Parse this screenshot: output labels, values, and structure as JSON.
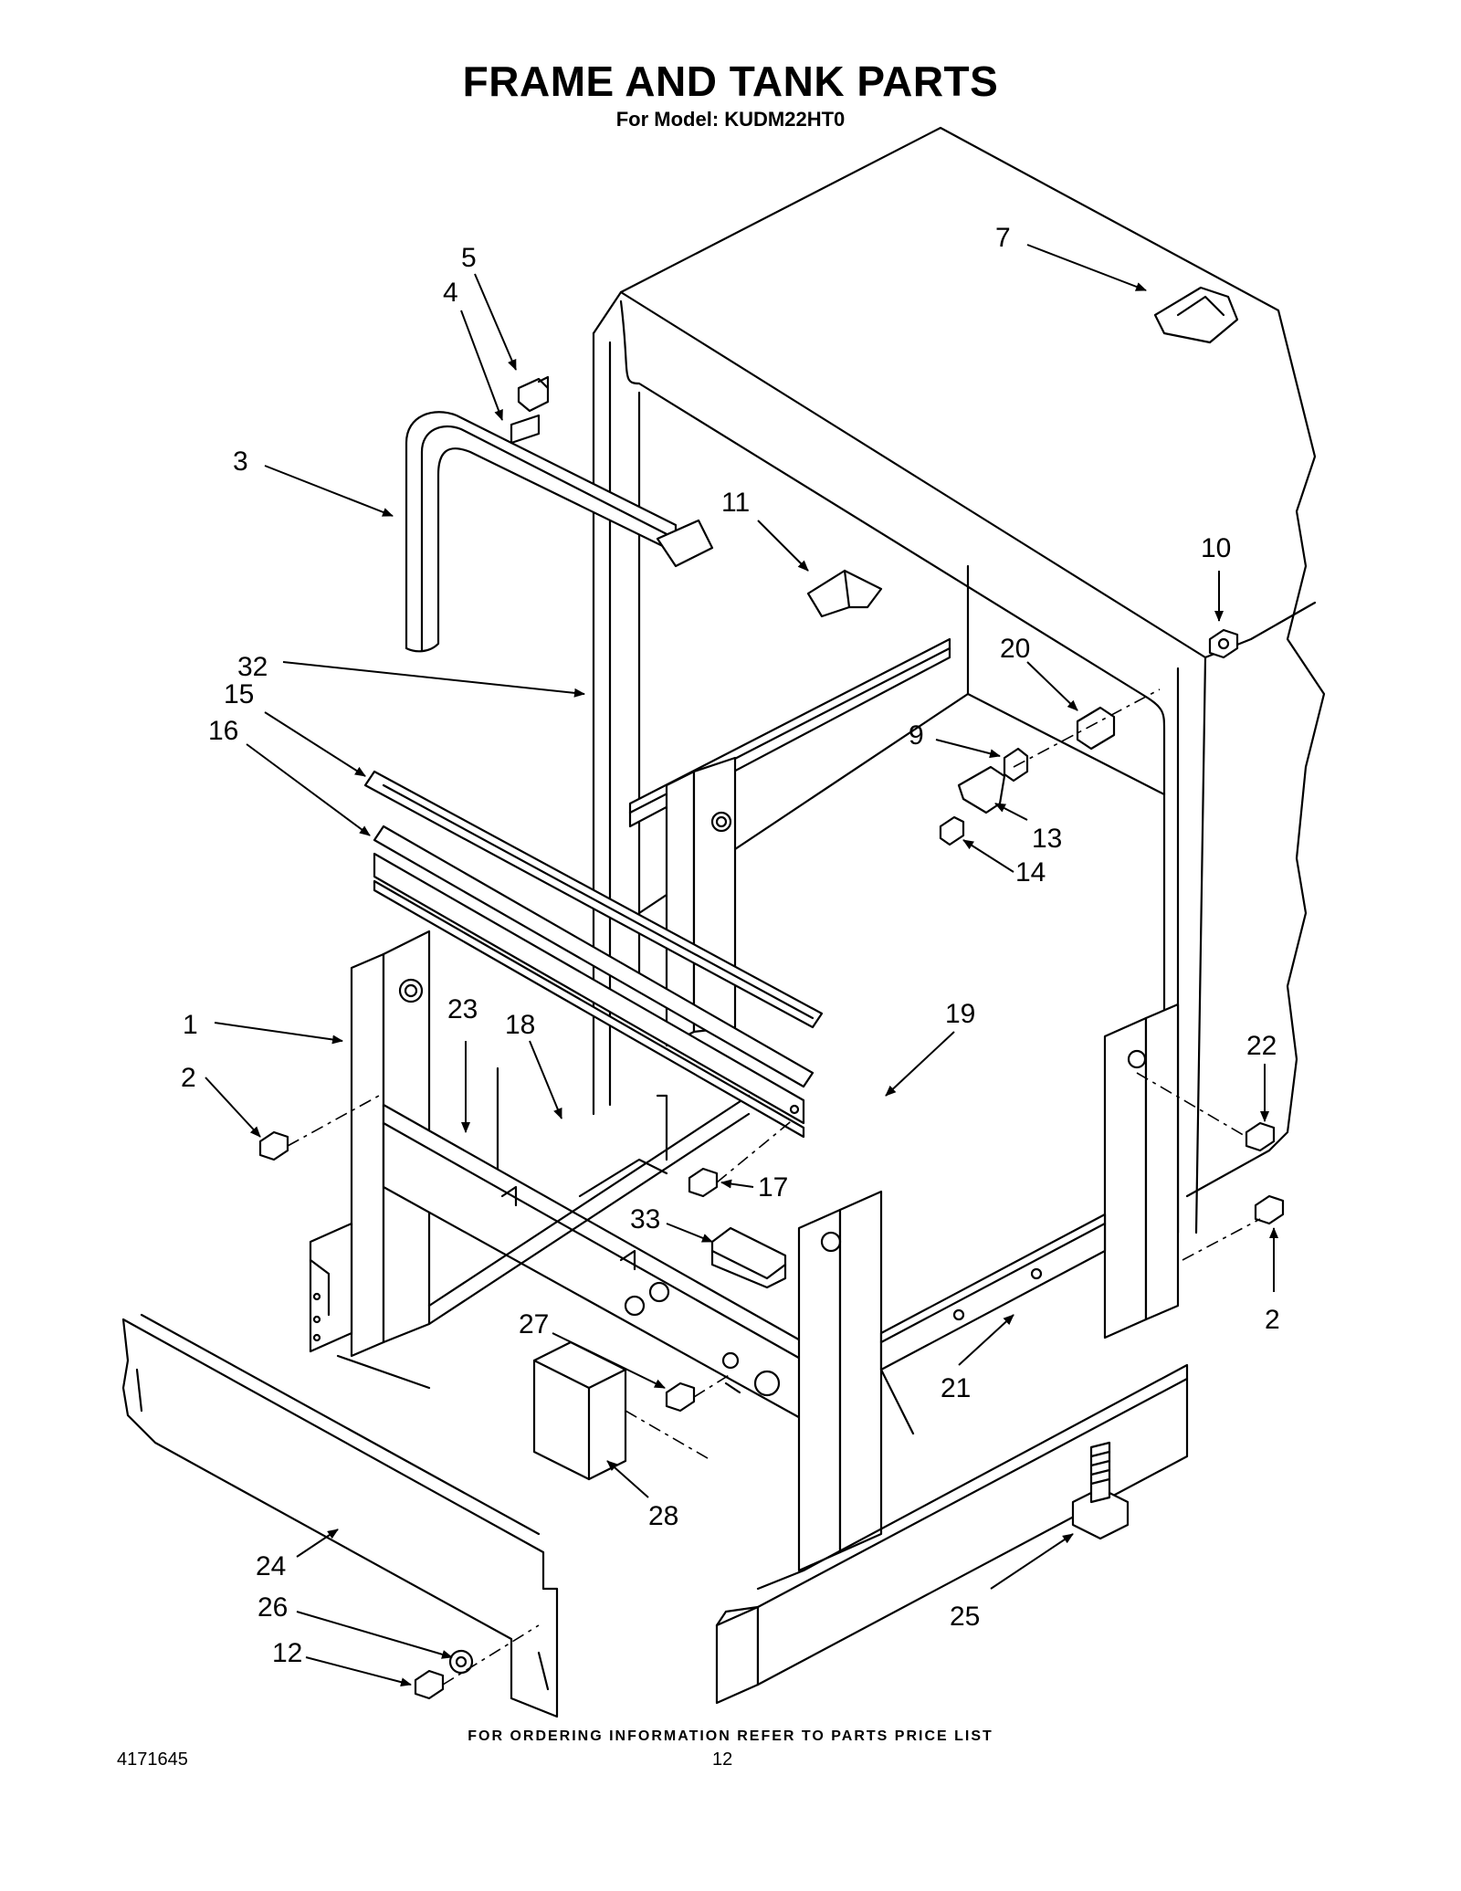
{
  "header": {
    "title": "FRAME AND TANK PARTS",
    "subtitle": "For Model: KUDM22HT0"
  },
  "callouts": [
    {
      "label": "1"
    },
    {
      "label": "2"
    },
    {
      "label": "2"
    },
    {
      "label": "3"
    },
    {
      "label": "4"
    },
    {
      "label": "5"
    },
    {
      "label": "7"
    },
    {
      "label": "9"
    },
    {
      "label": "10"
    },
    {
      "label": "11"
    },
    {
      "label": "12"
    },
    {
      "label": "13"
    },
    {
      "label": "14"
    },
    {
      "label": "15"
    },
    {
      "label": "16"
    },
    {
      "label": "17"
    },
    {
      "label": "18"
    },
    {
      "label": "19"
    },
    {
      "label": "20"
    },
    {
      "label": "21"
    },
    {
      "label": "22"
    },
    {
      "label": "23"
    },
    {
      "label": "24"
    },
    {
      "label": "25"
    },
    {
      "label": "26"
    },
    {
      "label": "27"
    },
    {
      "label": "28"
    },
    {
      "label": "32"
    },
    {
      "label": "33"
    }
  ],
  "footer": {
    "note": "FOR ORDERING INFORMATION REFER TO PARTS PRICE LIST",
    "doc_number": "4171645",
    "page_number": "12"
  }
}
